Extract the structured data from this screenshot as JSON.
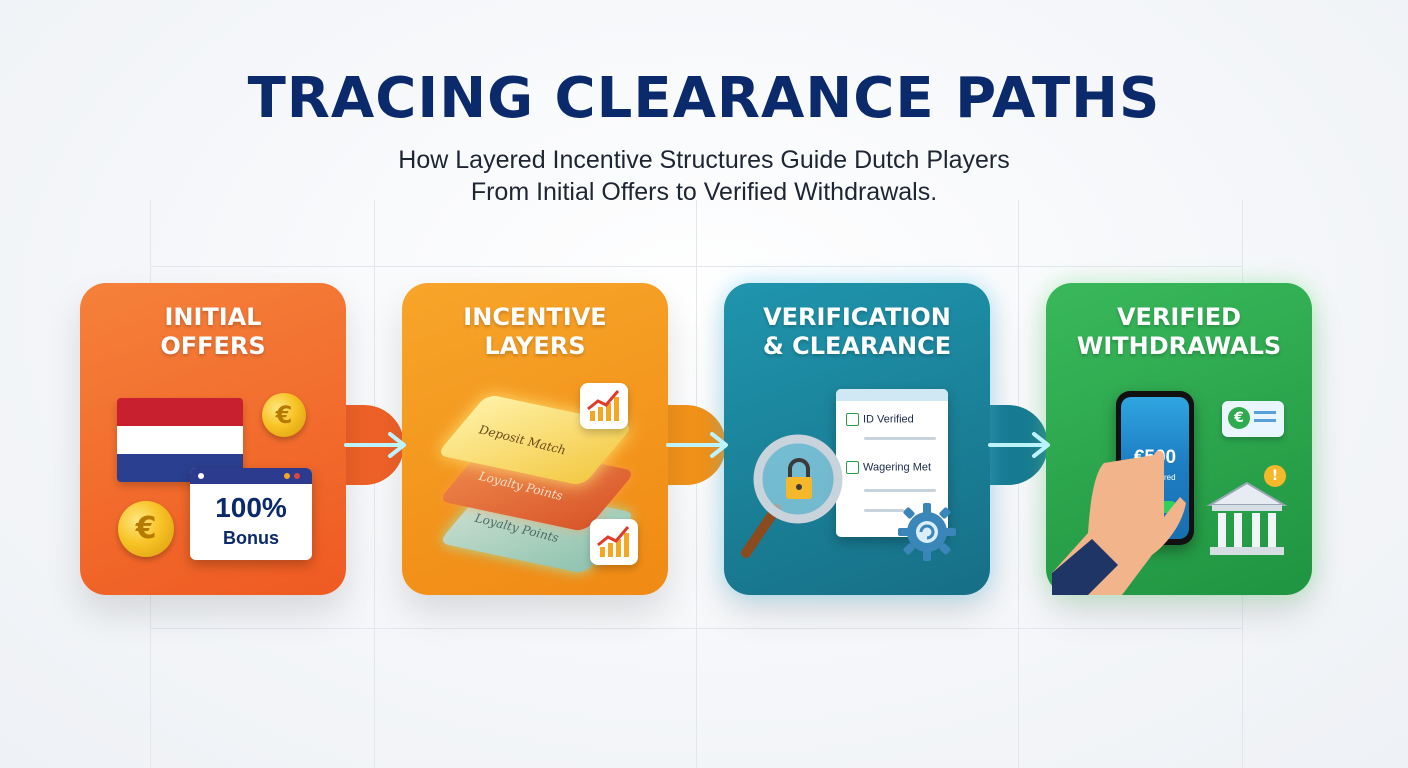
{
  "title": "TRACING CLEARANCE PATHS",
  "subtitle": {
    "line1": "How Layered Incentive Structures Guide Dutch Players",
    "line2": "From Initial Offers to Verified Withdrawals."
  },
  "steps": [
    {
      "title_line1": "INITIAL",
      "title_line2": "OFFERS",
      "color": "#ef5a22",
      "content": {
        "offer_percent": "100%",
        "offer_label": "Bonus",
        "coin_symbol": "€"
      }
    },
    {
      "title_line1": "INCENTIVE",
      "title_line2": "LAYERS",
      "color": "#f08a14",
      "content": {
        "layer_top": "Deposit Match",
        "layer_middle": "Loyalty Points",
        "layer_bottom": "Loyalty Points"
      }
    },
    {
      "title_line1": "VERIFICATION",
      "title_line2": "& CLEARANCE",
      "color": "#166f86",
      "content": {
        "check_1": "ID Verified",
        "check_2": "Wagering Met"
      }
    },
    {
      "title_line1": "VERIFIED",
      "title_line2": "WITHDRAWALS",
      "color": "#1f9441",
      "content": {
        "amount": "€500",
        "amount_label": "Transferred",
        "badge_symbol": "€",
        "alert_symbol": "!"
      }
    }
  ],
  "icons": {
    "flag": "netherlands-flag-icon",
    "coin": "euro-coin-icon",
    "chart": "growth-chart-icon",
    "magnifier": "magnifying-glass-lock-icon",
    "gear": "gear-icon",
    "phone": "smartphone-icon",
    "bank": "bank-icon",
    "arrow": "arrow-right-icon"
  }
}
